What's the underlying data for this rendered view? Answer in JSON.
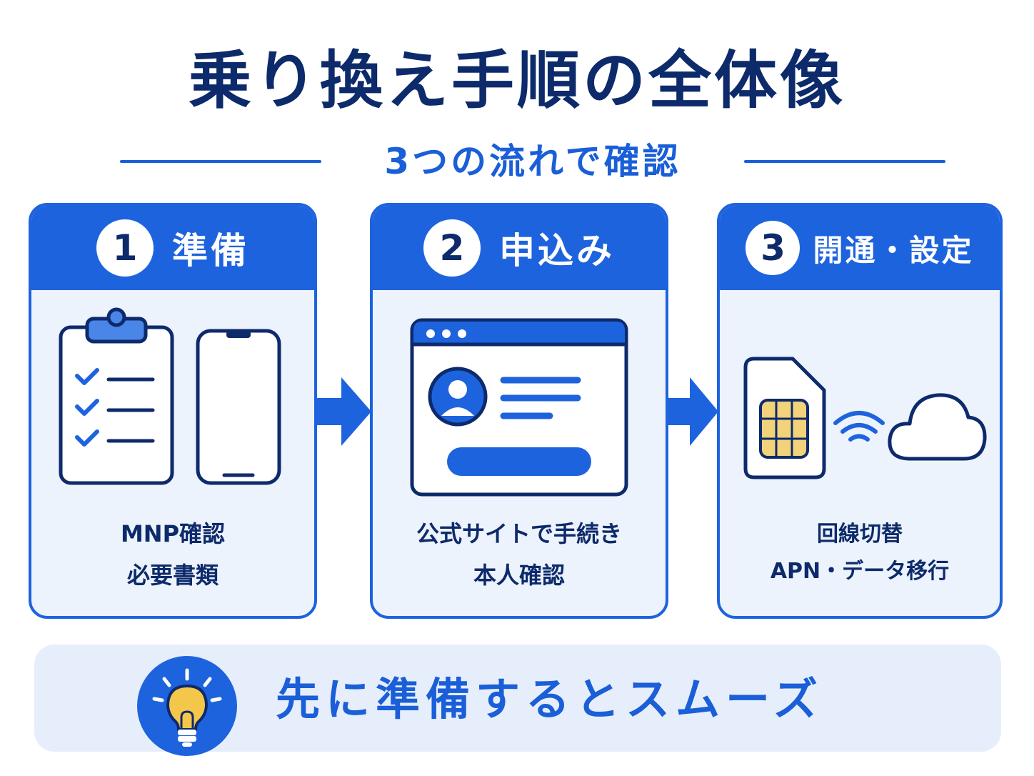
{
  "title": "乗り換え手順の全体像",
  "subtitle": "3つの流れで確認",
  "steps": [
    {
      "number": "1",
      "label": "準備",
      "lines": [
        "MNP確認",
        "必要書類"
      ]
    },
    {
      "number": "2",
      "label": "申込み",
      "lines": [
        "公式サイトで手続き",
        "本人確認"
      ]
    },
    {
      "number": "3",
      "label": "開通・設定",
      "lines": [
        "回線切替",
        "APN・データ移行"
      ]
    }
  ],
  "tip": {
    "text": "先に準備するとスムーズ",
    "icon": "lightbulb-icon"
  },
  "icons": [
    "clipboard-checklist-icon",
    "smartphone-icon",
    "browser-profile-icon",
    "sim-card-icon",
    "wifi-icon",
    "cloud-icon",
    "arrow-right-icon"
  ],
  "colors": {
    "navy": "#0d2a6b",
    "blue": "#1e63de",
    "light": "#edf3fc",
    "chip": "#f2d27a",
    "bulb": "#f4c64a"
  }
}
